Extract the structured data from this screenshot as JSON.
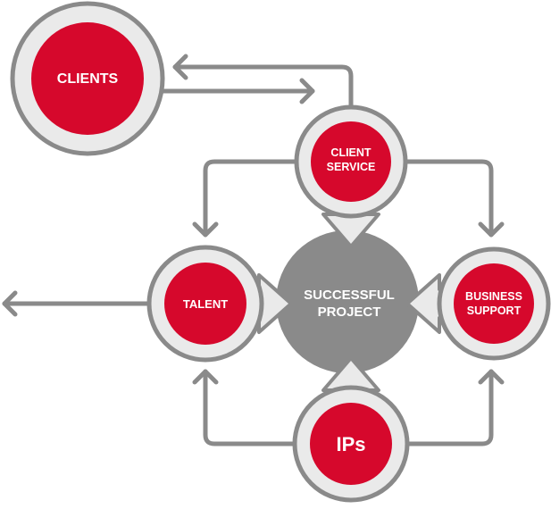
{
  "colors": {
    "red": "#D6082C",
    "ring": "#EAEAEA",
    "stroke": "#8A8A8A",
    "center": "#8A8A8A",
    "text": "#FFFFFF"
  },
  "nodes": {
    "clients": {
      "label": "CLIENTS"
    },
    "client_service": {
      "line1": "CLIENT",
      "line2": "SERVICE"
    },
    "talent": {
      "label": "TALENT"
    },
    "business_support": {
      "line1": "BUSINESS",
      "line2": "SUPPORT"
    },
    "ips": {
      "label": "IPs"
    },
    "center": {
      "line1": "SUCCESSFUL",
      "line2": "PROJECT"
    }
  },
  "icons": {
    "arrowhead": "chevron-arrow-icon",
    "block_arrow": "block-arrow-icon"
  }
}
